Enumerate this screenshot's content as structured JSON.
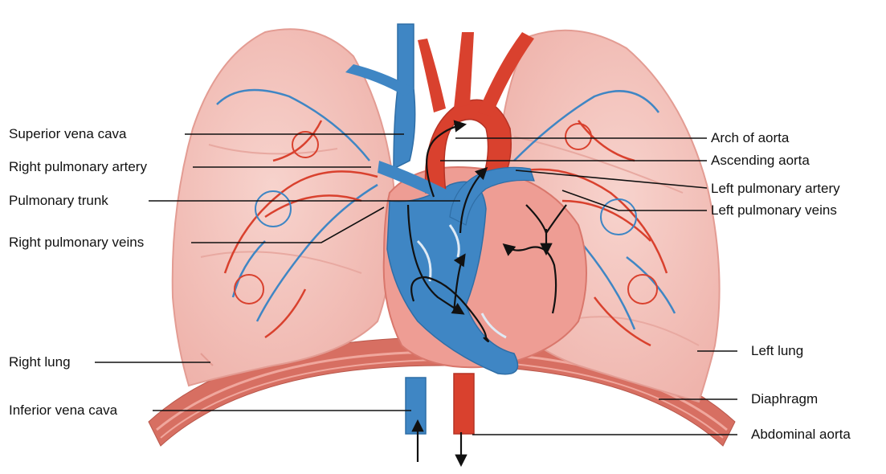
{
  "labels": {
    "superior_vena_cava": "Superior vena cava",
    "right_pulmonary_artery": "Right pulmonary artery",
    "pulmonary_trunk": "Pulmonary trunk",
    "right_pulmonary_veins": "Right pulmonary veins",
    "right_lung": "Right lung",
    "inferior_vena_cava": "Inferior vena cava",
    "arch_of_aorta": "Arch of aorta",
    "ascending_aorta": "Ascending aorta",
    "left_pulmonary_artery": "Left pulmonary artery",
    "left_pulmonary_veins": "Left pulmonary veins",
    "left_lung": "Left lung",
    "diaphragm": "Diaphragm",
    "abdominal_aorta": "Abdominal aorta"
  },
  "colors": {
    "lung_fill": "#f3c6c0",
    "lung_edge": "#e7a49c",
    "artery_red": "#d9412e",
    "vein_blue": "#3f86c4",
    "heart_pink": "#ee9d94",
    "diaphragm": "#d76f62",
    "leader_line": "#111111"
  }
}
